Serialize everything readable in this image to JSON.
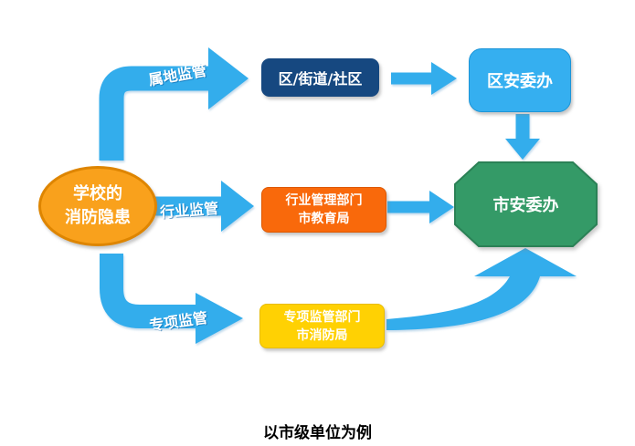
{
  "caption": "以市级单位为例",
  "colors": {
    "arrow_blue": "#33ADEC",
    "source_fill": "#F9A11C",
    "source_border": "#DE8500",
    "district_navy": "#164880",
    "office_blue": "#35AFF0",
    "city_green": "#349A67",
    "city_green_border": "#2B8156",
    "industry_orange": "#F9690B",
    "special_yellow": "#FFD103"
  },
  "source_node": {
    "line1": "学校的",
    "line2": "消防隐患"
  },
  "arrow_labels": {
    "territorial": "属地监管",
    "industry": "行业监管",
    "special": "专项监管"
  },
  "nodes": {
    "district_street_community": {
      "label": "区/街道/社区"
    },
    "district_safety_office": {
      "label": "区安委办"
    },
    "city_safety_office": {
      "label": "市安委办"
    },
    "industry_department": {
      "line1": "行业管理部门",
      "line2": "市教育局"
    },
    "special_department": {
      "line1": "专项监管部门",
      "line2": "市消防局"
    }
  }
}
